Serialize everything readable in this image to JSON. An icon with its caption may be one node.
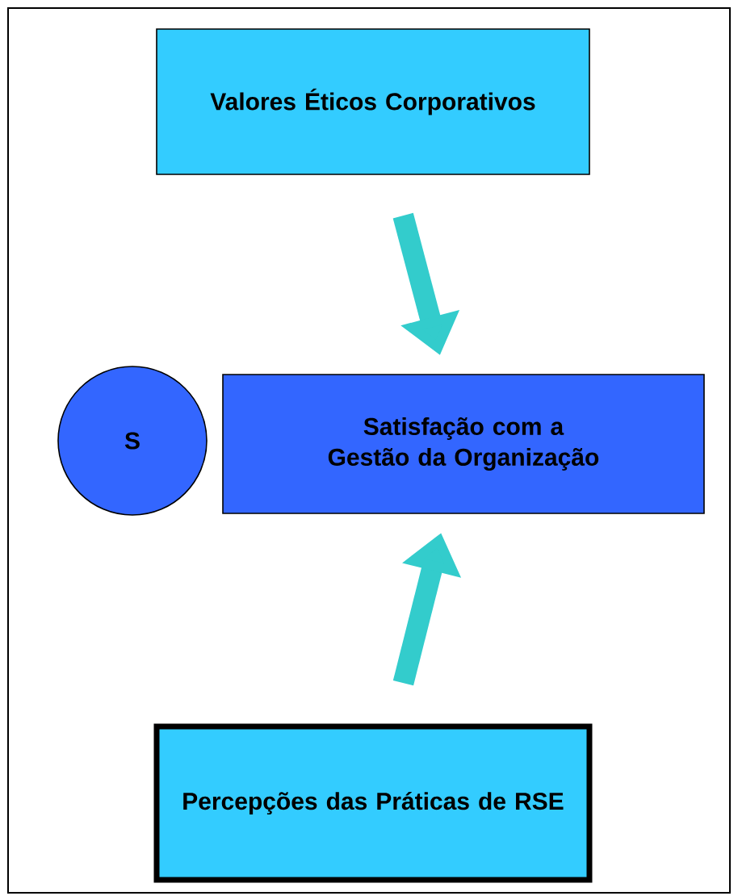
{
  "diagram": {
    "nodes": [
      {
        "text": [
          "Valores Éticos Corporativos"
        ]
      },
      {
        "text": [
          "S"
        ]
      },
      {
        "text": [
          "Satisfação com a Gestão da Organização"
        ]
      },
      {
        "text": [
          "Percepções das Práticas de RSE"
        ]
      }
    ],
    "edges": [
      {
        "from": 0,
        "to": 2,
        "arrow": "to"
      },
      {
        "from": 3,
        "to": 2,
        "arrow": "to"
      }
    ]
  }
}
